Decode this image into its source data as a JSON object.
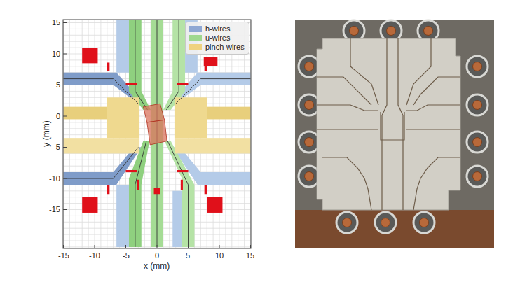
{
  "diagram": {
    "labels": [
      "15",
      "10",
      "5",
      "0",
      "-5",
      "-10",
      "-15",
      "y (mm)",
      "-15",
      "-10",
      "-5",
      "0",
      "5",
      "10",
      "15",
      "x (mm)"
    ],
    "legend": [
      {
        "text": "h-wires",
        "color": "#8fa8d4"
      },
      {
        "text": "u-wires",
        "color": "#9fd88f"
      },
      {
        "text": "pinch-wires",
        "color": "#efd27e"
      }
    ]
  }
}
